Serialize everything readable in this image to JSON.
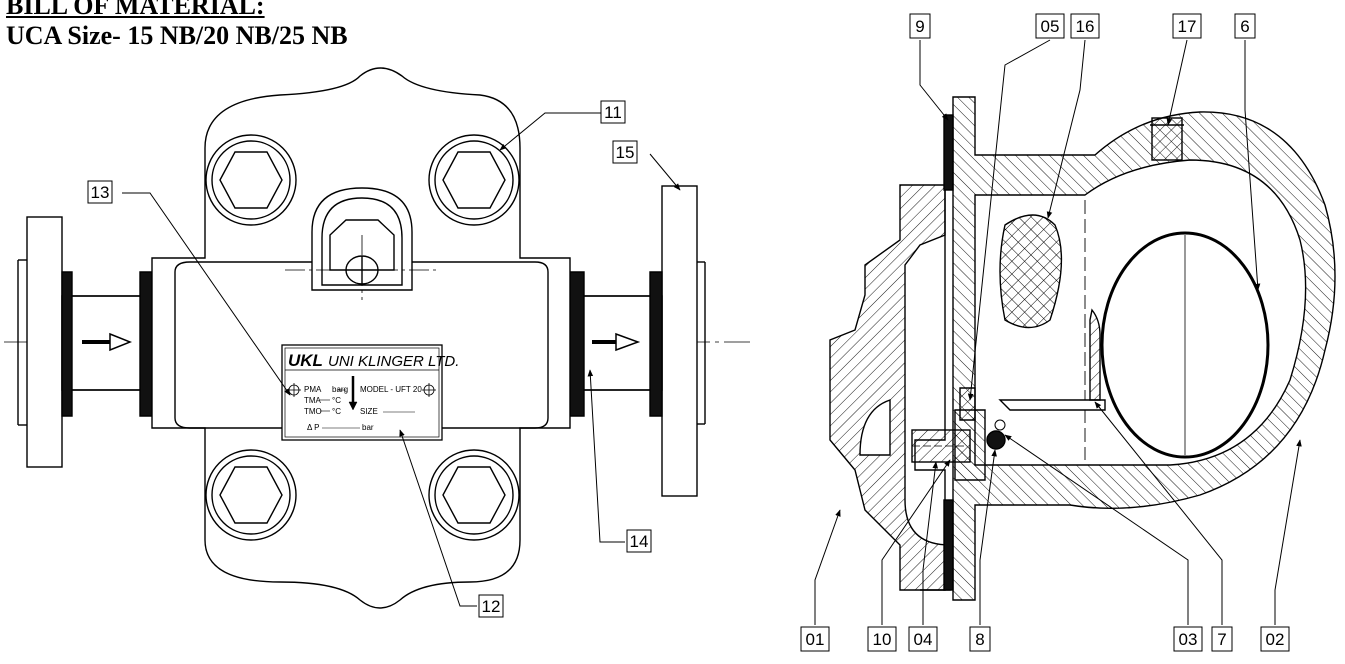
{
  "heading": {
    "title": "BILL OF MATERIAL:",
    "subtitle": "UCA Size- 15 NB/20 NB/25 NB"
  },
  "nameplate": {
    "logo": "UKL",
    "company": "UNI KLINGER LTD.",
    "pma": "PMA",
    "pma_unit": "barg",
    "tma": "TMA",
    "tma_unit": "°C",
    "tmo": "TMO",
    "tmo_unit": "°C",
    "dp": "Δ P",
    "dp_unit": "bar",
    "model": "MODEL - UFT 20",
    "size": "SIZE"
  },
  "callouts_left": [
    "11",
    "13",
    "15",
    "14",
    "12"
  ],
  "callouts_right_top": [
    "9",
    "05",
    "16",
    "17",
    "6"
  ],
  "callouts_right_bottom": [
    "01",
    "10",
    "04",
    "8",
    "03",
    "7",
    "02"
  ]
}
